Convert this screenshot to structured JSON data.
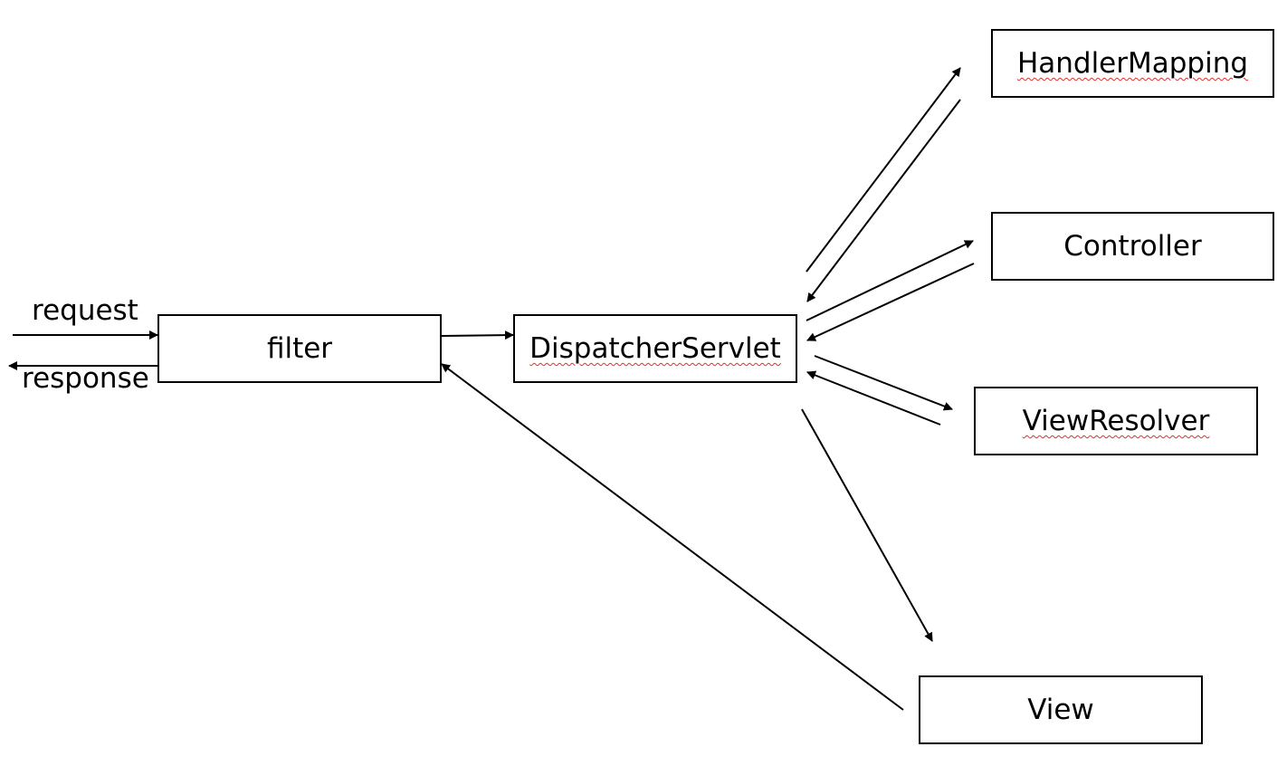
{
  "diagram": {
    "nodes": {
      "filter": "filter",
      "dispatcher": "DispatcherServlet",
      "handler_mapping": "HandlerMapping",
      "controller": "Controller",
      "view_resolver": "ViewResolver",
      "view": "View"
    },
    "edge_labels": {
      "request": "request",
      "response": "response"
    },
    "edges": [
      {
        "from": "client",
        "to": "filter",
        "label": "request"
      },
      {
        "from": "filter",
        "to": "client",
        "label": "response"
      },
      {
        "from": "filter",
        "to": "dispatcher"
      },
      {
        "from": "dispatcher",
        "to": "handler_mapping"
      },
      {
        "from": "handler_mapping",
        "to": "dispatcher"
      },
      {
        "from": "dispatcher",
        "to": "controller"
      },
      {
        "from": "controller",
        "to": "dispatcher"
      },
      {
        "from": "dispatcher",
        "to": "view_resolver"
      },
      {
        "from": "view_resolver",
        "to": "dispatcher"
      },
      {
        "from": "dispatcher",
        "to": "view"
      },
      {
        "from": "view",
        "to": "filter"
      }
    ],
    "colors": {
      "stroke": "#000000",
      "spellcheck_underline": "#e03030"
    }
  }
}
